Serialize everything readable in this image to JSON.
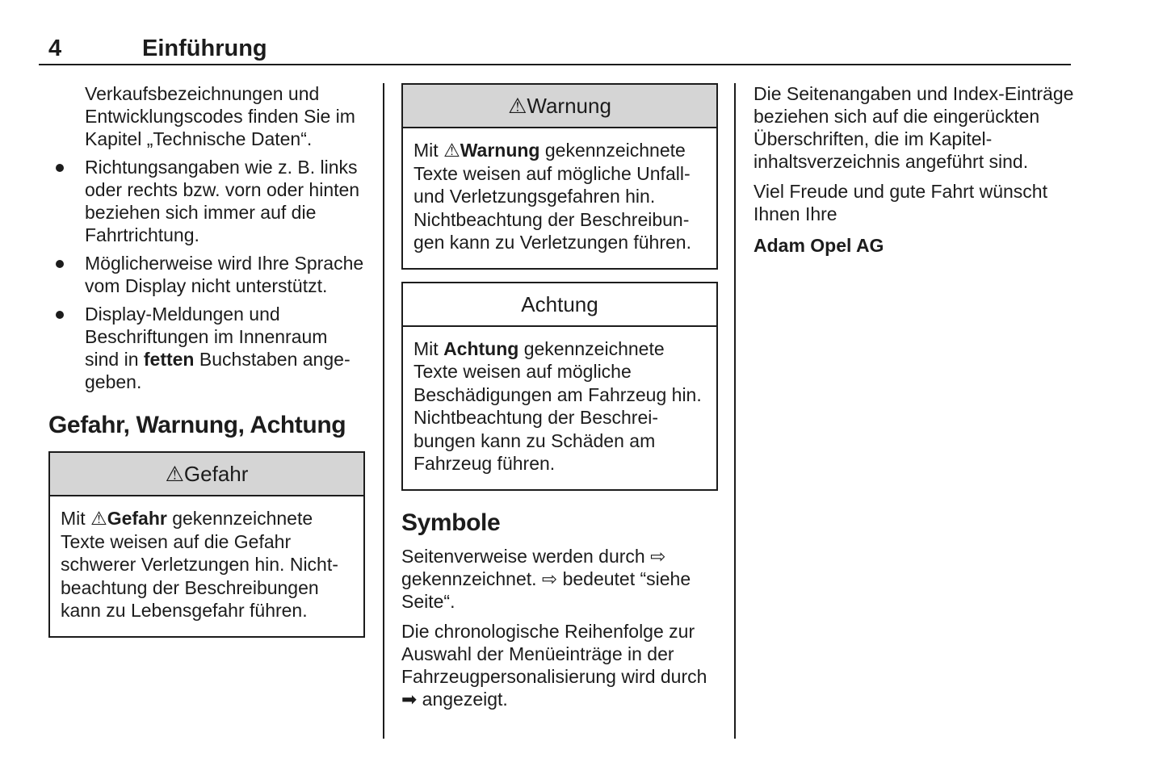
{
  "header": {
    "page_number": "4",
    "title": "Einführung"
  },
  "left": {
    "intro": "Verkaufsbezeichnungen und Entwicklungscodes finden Sie im Kapitel „Technische Daten“.",
    "bullets": {
      "b1": "Richtungsangaben wie z. B. links oder rechts bzw. vorn oder hinten beziehen sich immer auf die Fahrtrichtung.",
      "b2": "Möglicherweise wird Ihre Spra­che vom Display nicht unter­stützt.",
      "b3_pre": "Display-Meldungen und Beschriftungen im Innenraum sind in ",
      "b3_bold": "fetten",
      "b3_post": " Buchstaben ange­geben."
    },
    "section_heading": "Gefahr, Warnung, Achtung",
    "danger_box": {
      "header_icon": "⚠",
      "header_title": "Gefahr",
      "body_pre": "Mit ",
      "body_icon": "⚠",
      "body_bold": "Gefahr",
      "body_post": " gekennzeichnete Texte weisen auf die Gefahr schwerer Verletzungen hin. Nicht­beachtung der Beschreibungen kann zu Lebensgefahr führen."
    }
  },
  "middle": {
    "warning_box": {
      "header_icon": "⚠",
      "header_title": "Warnung",
      "body_pre": "Mit ",
      "body_icon": "⚠",
      "body_bold": "Warnung",
      "body_post": " gekennzeichnete Texte weisen auf mögliche Unfall- und Verletzungsgefahren hin. Nichtbeachtung der Beschreibun­gen kann zu Verletzungen führen."
    },
    "caution_box": {
      "header_title": "Achtung",
      "body_pre": "Mit ",
      "body_bold": "Achtung",
      "body_post": " gekennzeichnete Texte weisen auf mögliche Beschädigungen am Fahrzeug hin. Nichtbeachtung der Beschrei­bungen kann zu Schäden am Fahrzeug führen."
    },
    "symbols": {
      "heading": "Symbole",
      "p1_pre": "Seitenverweise werden durch ",
      "p1_arrow1": "⇨",
      "p1_mid": " gekennzeichnet. ",
      "p1_arrow2": "⇨",
      "p1_post": " bedeutet “siehe Seite“.",
      "p2_pre": "Die chronologische Reihenfolge zur Auswahl der Menüeinträge in der Fahrzeugpersonalisierung wird durch ",
      "p2_arrow": "➡",
      "p2_post": " angezeigt."
    }
  },
  "right": {
    "p1": "Die Seitenangaben und Index-Einträge beziehen sich auf die einge­rückten Überschriften, die im Kapitel­inhaltsverzeichnis angeführt sind.",
    "p2": "Viel Freude und gute Fahrt wünscht Ihnen Ihre",
    "signature": "Adam Opel AG"
  },
  "colors": {
    "text": "#1c1c1c",
    "box_header_gray": "#d5d5d5",
    "background": "#ffffff"
  }
}
